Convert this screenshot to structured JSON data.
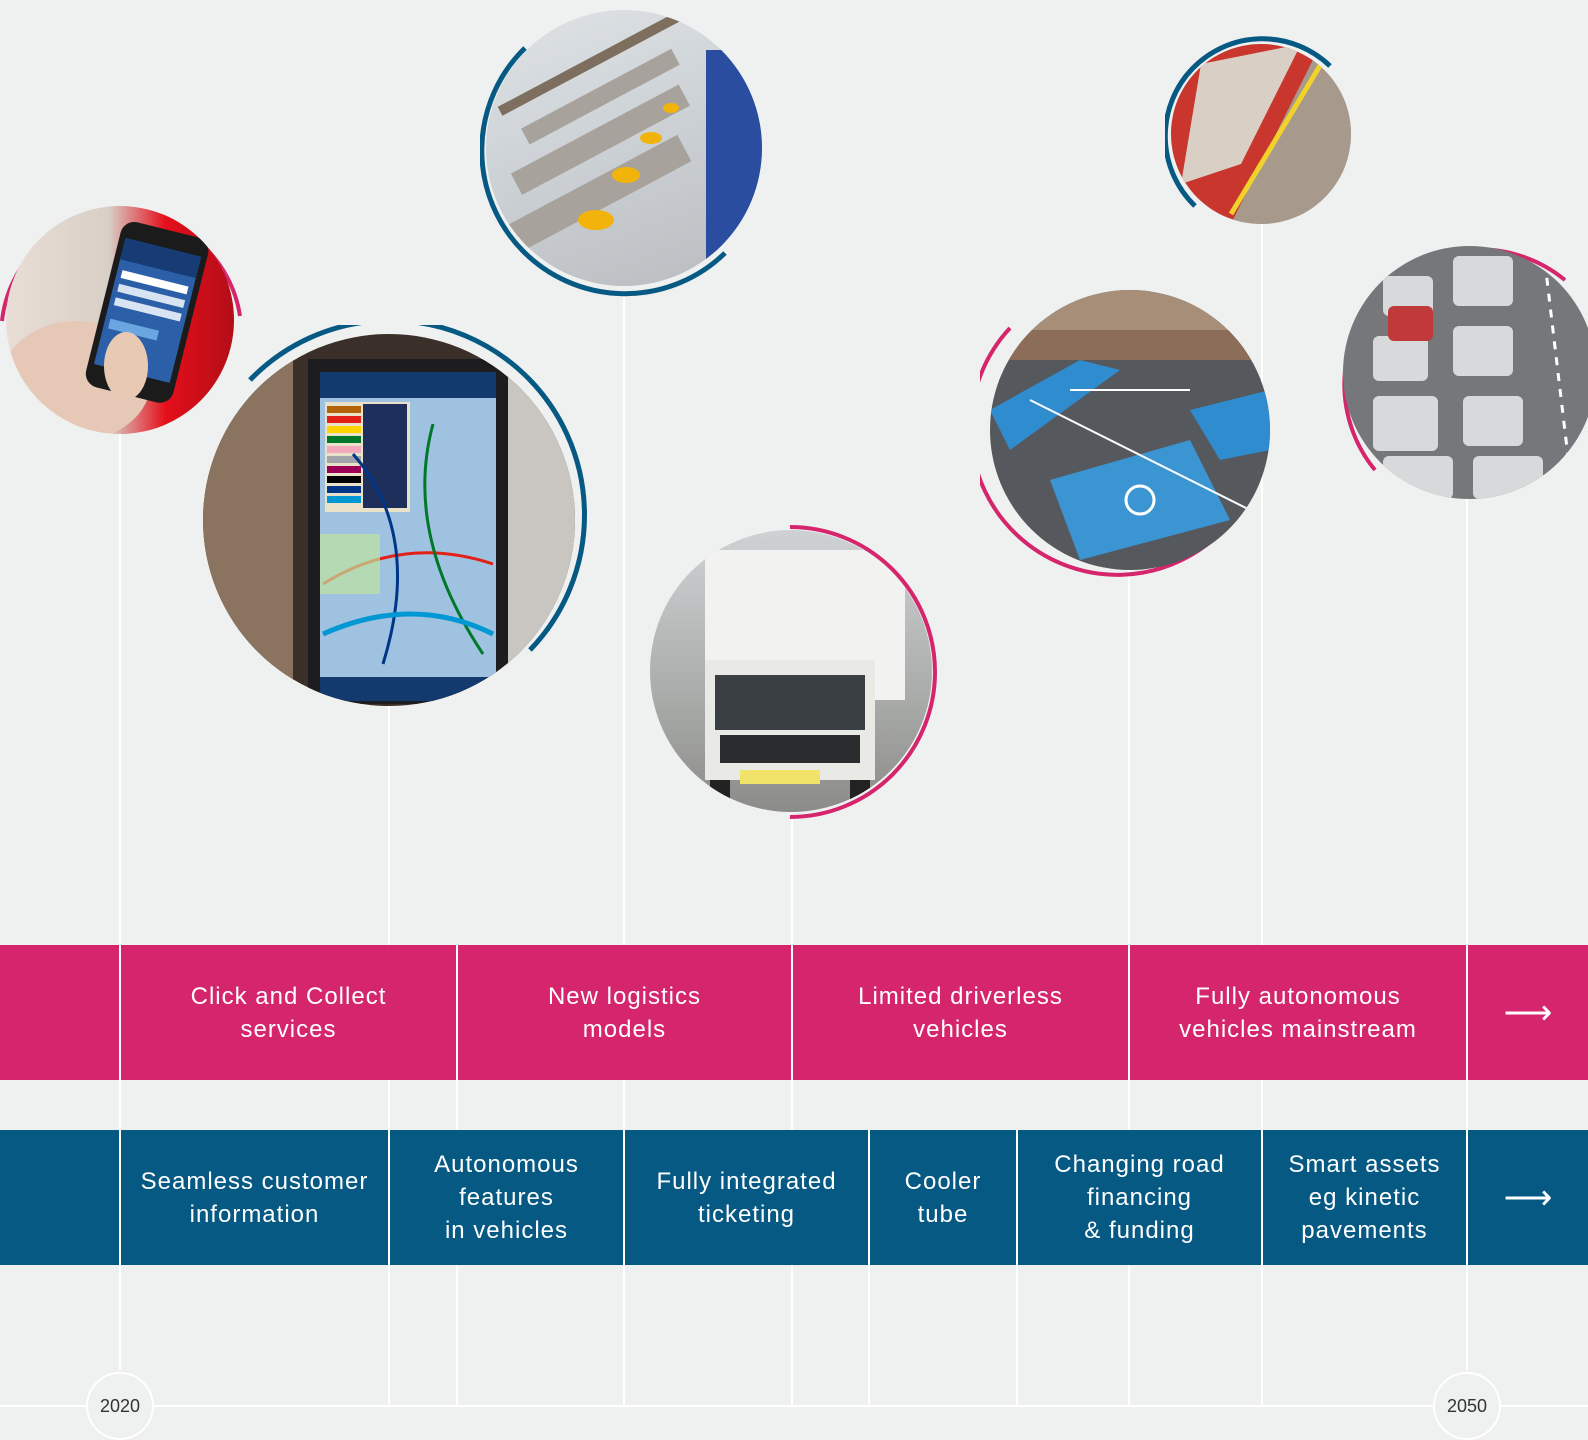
{
  "timeline": {
    "start_year": "2020",
    "end_year": "2050"
  },
  "pink_row": {
    "color": "#d5256c",
    "items": [
      {
        "label": "Click and Collect\nservices"
      },
      {
        "label": "New logistics\nmodels"
      },
      {
        "label": "Limited driverless\nvehicles"
      },
      {
        "label": "Fully autonomous\nvehicles mainstream"
      }
    ],
    "arrow": "⟶"
  },
  "blue_row": {
    "color": "#055983",
    "items": [
      {
        "label": "Seamless customer\ninformation"
      },
      {
        "label": "Autonomous\nfeatures\nin vehicles"
      },
      {
        "label": "Fully integrated\nticketing"
      },
      {
        "label": "Cooler\ntube"
      },
      {
        "label": "Changing road\nfinancing\n& funding"
      },
      {
        "label": "Smart assets\neg kinetic\npavements"
      }
    ],
    "arrow": "⟶"
  },
  "photos": [
    {
      "subject": "smartphone journey planner",
      "ring_color": "#d5256c"
    },
    {
      "subject": "network status display screen",
      "ring_color": "#055983"
    },
    {
      "subject": "ticket barrier gates",
      "ring_color": "#055983"
    },
    {
      "subject": "white delivery van",
      "ring_color": "#d5256c"
    },
    {
      "subject": "cycle superhighway junction",
      "ring_color": "#d5256c"
    },
    {
      "subject": "underground train at platform",
      "ring_color": "#055983"
    },
    {
      "subject": "congested road traffic",
      "ring_color": "#d5256c"
    }
  ]
}
